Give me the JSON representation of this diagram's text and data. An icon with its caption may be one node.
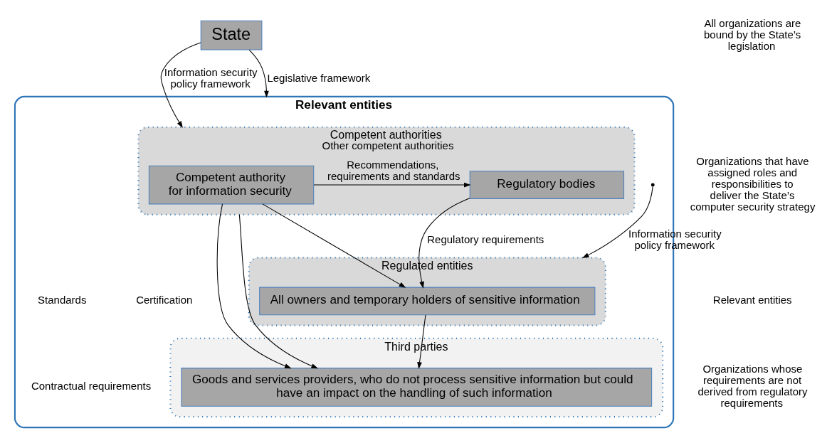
{
  "diagram": {
    "nodes": [
      {
        "text": [
          "State"
        ]
      },
      {
        "text": [
          "Relevant entities"
        ]
      },
      {
        "text": [
          "Competent authorities",
          "Other competent authorities"
        ],
        "in": 1
      },
      {
        "text": [
          "Competent authority for information security"
        ],
        "in": 2
      },
      {
        "text": [
          "Regulatory bodies"
        ],
        "in": 2
      },
      {
        "text": [
          "Regulated entities"
        ],
        "in": 1
      },
      {
        "text": [
          "All owners and temporary holders of sensitive information"
        ],
        "in": 5
      },
      {
        "text": [
          "Third parties"
        ],
        "in": 1
      },
      {
        "text": [
          "Goods and services providers, who do not process sensitive information but could have an impact on the handling of such information"
        ],
        "in": 7
      }
    ],
    "edges": [
      {
        "from": 0,
        "to": 1,
        "label": "Legislative framework",
        "arrow": "to"
      },
      {
        "from": 0,
        "to": 2,
        "label": "Information security policy framework",
        "arrow": "to"
      },
      {
        "from": 3,
        "to": 4,
        "label": "Recommendations, requirements and standards",
        "arrow": "to"
      },
      {
        "from": 3,
        "to": 6,
        "arrow": "to"
      },
      {
        "from": null,
        "to": 5,
        "label": "Information security policy framework",
        "arrow": "to"
      },
      {
        "from": 4,
        "to": 6,
        "label": "Regulatory requirements",
        "arrow": "to"
      },
      {
        "from": 3,
        "to": 8,
        "arrow": "to"
      },
      {
        "from": 6,
        "to": 8,
        "arrow": "to"
      },
      {
        "from": 2,
        "to": 8,
        "arrow": "to"
      }
    ],
    "labels": [
      "All organizations are bound by the State’s legislation",
      "Organizations that have assigned roles and responsibilities to deliver the State’s computer security strategy",
      "Relevant entities",
      "Certification",
      "Standards",
      "Organizations whose requirements are not derived from regulatory requirements",
      "Contractual requirements"
    ]
  }
}
